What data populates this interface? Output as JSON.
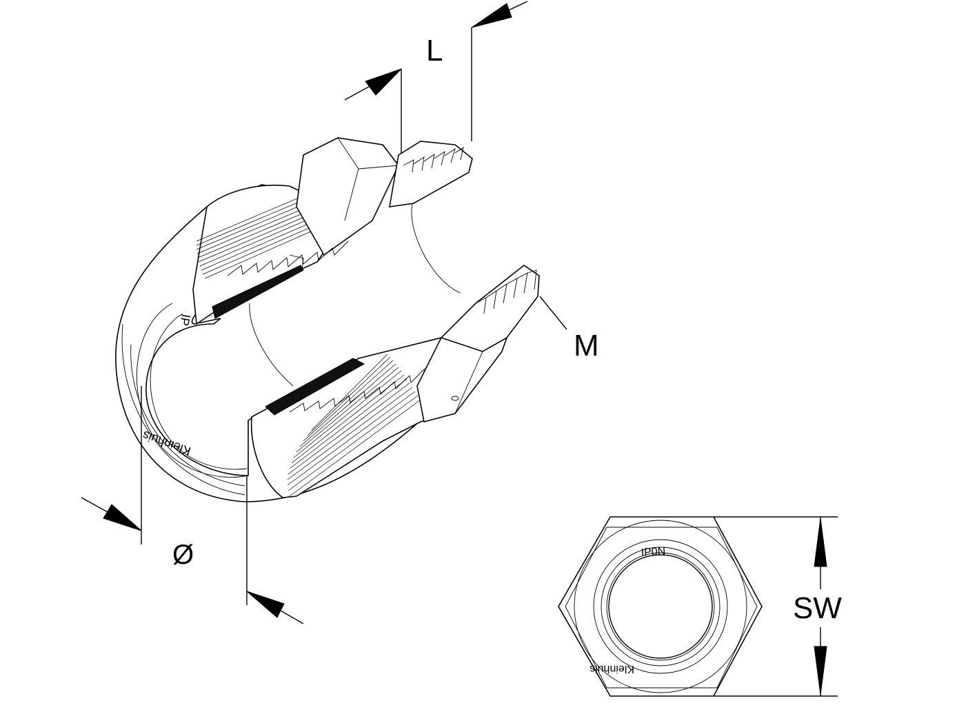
{
  "labels": {
    "length": "L",
    "thread": "M",
    "diameter": "Ø",
    "wrench_size": "SW"
  },
  "embossed_text": {
    "brand_iso": "Kleinhuis",
    "brand_front": "Kleinhuis",
    "rating_iso": "IP",
    "rating_front": "IP0N"
  },
  "colors": {
    "line": "#000000",
    "background": "#ffffff",
    "seal": "#111111"
  }
}
